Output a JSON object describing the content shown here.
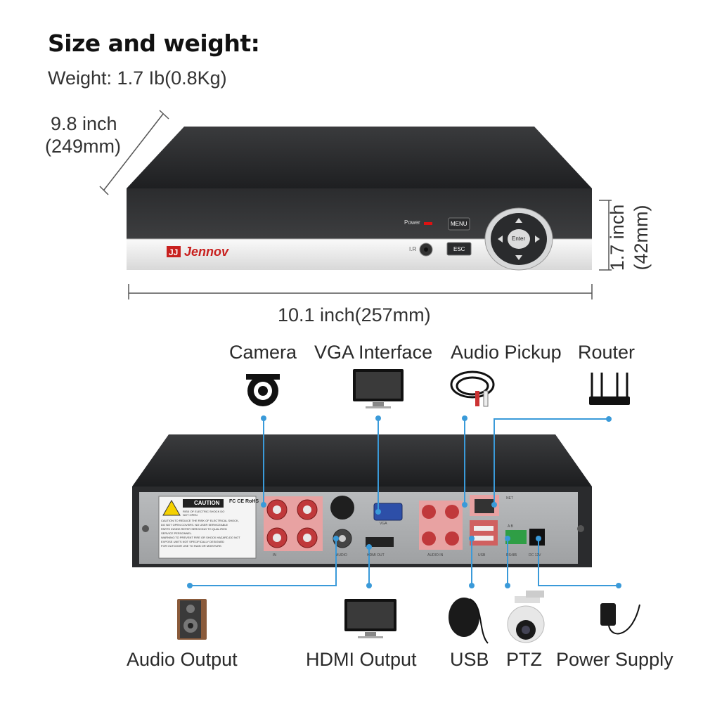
{
  "heading": "Size and weight:",
  "weight_line": "Weight: 1.7 Ib(0.8Kg)",
  "dimensions": {
    "depth_inch": "9.8 inch",
    "depth_mm": "(249mm)",
    "height_inch": "1.7 inch",
    "height_mm": "(42mm)",
    "width": "10.1 inch(257mm)"
  },
  "front_panel": {
    "brand": "Jennov",
    "power_label": "Power",
    "menu_button": "MENU",
    "esc_button": "ESC",
    "enter_button": "Enter",
    "ir_label": "I.R"
  },
  "rear_panel": {
    "caution_title": "CAUTION",
    "caution_sub": "RISK OF ELECTRIC SHOCK DO NOT OPEN",
    "warning_lines": [
      "CAUTION:TO REDUCE THE RISK OF ELECTRICAL SHOCK,",
      "DO NOT OPEN COVERS. NO USER SERVICEABLE",
      "PARTS INSIDE.REFER SERVICING TO QUALIFIED",
      "SERVICE PERSONNEL.",
      "WARNING:TO PREVENT FIRE OR SHOCK HAZARD,DO NOT",
      "EXPOSE UNITS NOT SPECIFICALLY DESIGNED",
      "FOR OUTDOOR USE TO RAIN OR MOISTURE."
    ],
    "cert_marks": "FC CE RoHS",
    "port_labels": {
      "video_in": "IN",
      "audio_out": "AUDIO",
      "vga": "VGA",
      "hdmi": "HDMI OUT",
      "audio_in": "AUDIO IN",
      "net": "NET",
      "usb": "USB",
      "rs485": "RS485",
      "ab": "A B",
      "dc": "DC 12V"
    }
  },
  "top_labels": [
    "Camera",
    "VGA Interface",
    "Audio Pickup",
    "Router"
  ],
  "bottom_labels": [
    "Audio Output",
    "HDMI Output",
    "USB",
    "PTZ",
    "Power Supply"
  ],
  "colors": {
    "accent": "#3a9ad9",
    "port_highlight": "#e8a2a2",
    "brand_red": "#c8201e",
    "chassis": "#2e2f31"
  },
  "icons": [
    "camera-icon",
    "monitor-icon",
    "audio-cable-icon",
    "router-icon",
    "speaker-icon",
    "monitor-icon",
    "mouse-icon",
    "ptz-camera-icon",
    "power-adapter-icon"
  ]
}
